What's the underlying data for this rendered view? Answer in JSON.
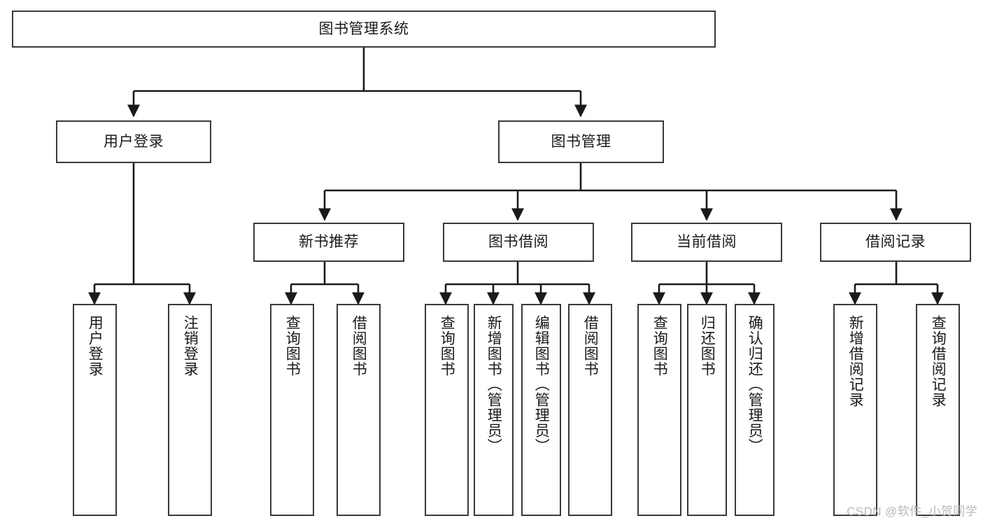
{
  "diagram": {
    "title": "图书管理系统",
    "type": "tree-hierarchy-chart",
    "orientation": "top-down",
    "colors": {
      "box_border": "#3a3a3a",
      "box_fill": "#ffffff",
      "connector": "#1a1a1a",
      "text": "#1a1a1a",
      "watermark": "#b9b9b9",
      "background": "#ffffff"
    },
    "watermark": "CSDN @软件_小贺同学",
    "nodes": {
      "root": {
        "label": "图书管理系统"
      },
      "level2": [
        {
          "id": "user-login",
          "label": "用户登录"
        },
        {
          "id": "book-management",
          "label": "图书管理"
        }
      ],
      "level3": [
        {
          "id": "new-book-recommend",
          "label": "新书推荐"
        },
        {
          "id": "book-borrow",
          "label": "图书借阅"
        },
        {
          "id": "current-borrow",
          "label": "当前借阅"
        },
        {
          "id": "borrow-record",
          "label": "借阅记录"
        }
      ],
      "leaves": [
        {
          "id": "leaf-user-login",
          "label": "用户登录",
          "parent": "user-login"
        },
        {
          "id": "leaf-logout",
          "label": "注销登录",
          "parent": "user-login"
        },
        {
          "id": "leaf-query-book-a",
          "label": "查询图书",
          "parent": "new-book-recommend"
        },
        {
          "id": "leaf-borrow-book-a",
          "label": "借阅图书",
          "parent": "new-book-recommend"
        },
        {
          "id": "leaf-query-book-b",
          "label": "查询图书",
          "parent": "book-borrow"
        },
        {
          "id": "leaf-add-book",
          "label": "新增图书（管理员）",
          "parent": "book-borrow"
        },
        {
          "id": "leaf-edit-book",
          "label": "编辑图书（管理员）",
          "parent": "book-borrow"
        },
        {
          "id": "leaf-borrow-book-b",
          "label": "借阅图书",
          "parent": "book-borrow"
        },
        {
          "id": "leaf-query-book-c",
          "label": "查询图书",
          "parent": "current-borrow"
        },
        {
          "id": "leaf-return-book",
          "label": "归还图书",
          "parent": "current-borrow"
        },
        {
          "id": "leaf-confirm-return",
          "label": "确认归还（管理员）",
          "parent": "current-borrow"
        },
        {
          "id": "leaf-add-record",
          "label": "新增借阅记录",
          "parent": "borrow-record"
        },
        {
          "id": "leaf-query-record",
          "label": "查询借阅记录",
          "parent": "borrow-record"
        }
      ]
    }
  }
}
